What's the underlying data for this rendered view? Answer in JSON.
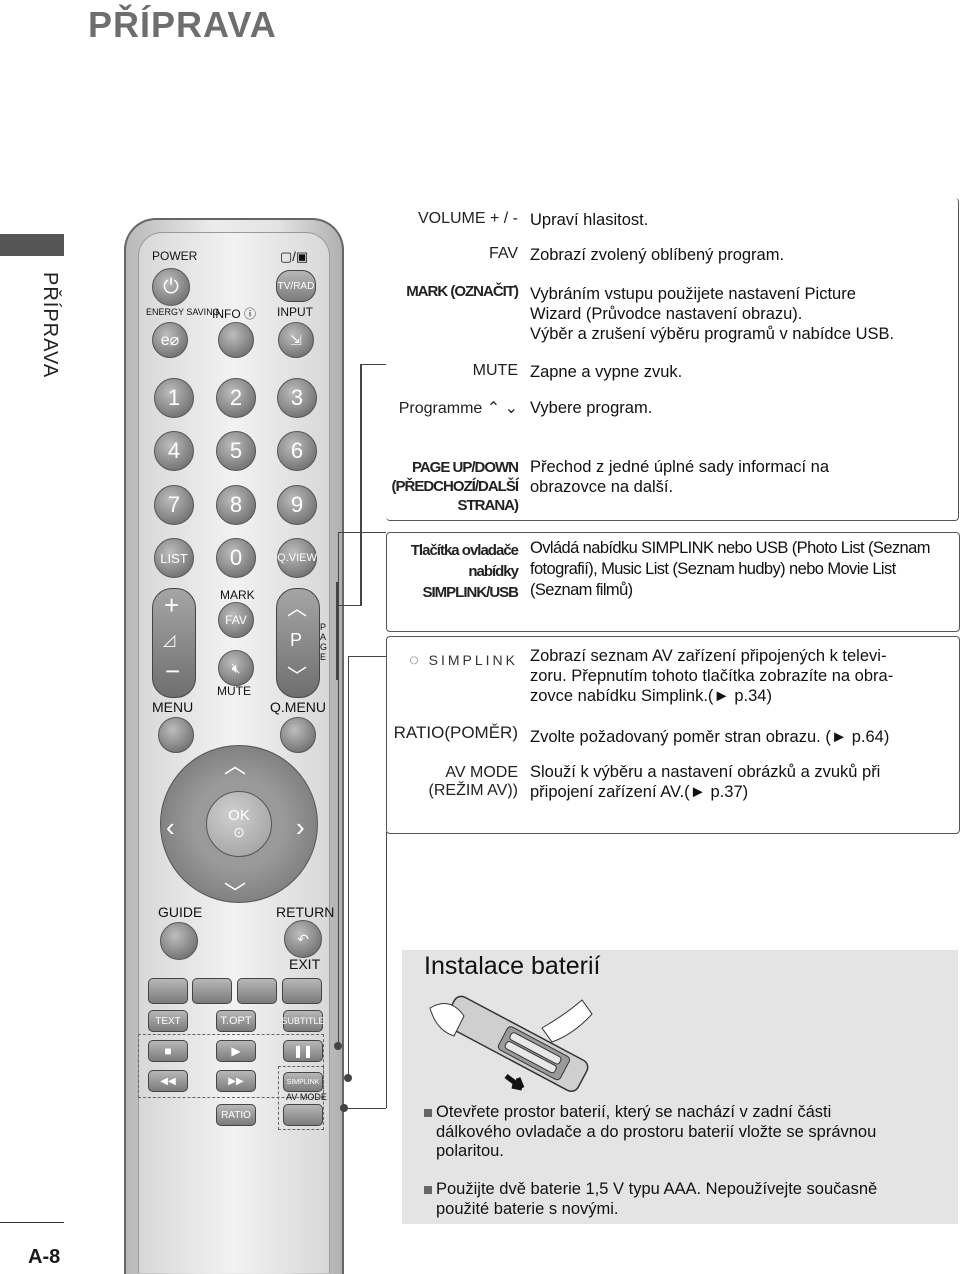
{
  "page": {
    "title": "PŘÍPRAVA",
    "side_label": "PŘÍPRAVA",
    "page_number": "A-8"
  },
  "remote": {
    "power": "POWER",
    "tv_rad_icon": "▢/▣",
    "tv_rad": "TV/RAD",
    "energy_saving": "ENERGY SAVING",
    "info": "INFO ⓘ",
    "input": "INPUT",
    "digits": [
      "1",
      "2",
      "3",
      "4",
      "5",
      "6",
      "7",
      "8",
      "9"
    ],
    "list": "LIST",
    "zero": "0",
    "qview": "Q.VIEW",
    "mark": "MARK",
    "fav": "FAV",
    "mute": "MUTE",
    "p": "P",
    "page_letters": [
      "P",
      "A",
      "G",
      "E"
    ],
    "menu": "MENU",
    "qmenu": "Q.MENU",
    "ok": "OK",
    "guide": "GUIDE",
    "return": "RETURN",
    "exit": "EXIT",
    "text": "TEXT",
    "topt": "T.OPT",
    "subtitle": "SUBTITLE",
    "simplink": "SIMPLINK",
    "av_mode": "AV MODE",
    "ratio": "RATIO"
  },
  "callouts": [
    {
      "label": "VOLUME + / -",
      "desc": "Upraví hlasitost."
    },
    {
      "label": "FAV",
      "desc": "Zobrazí zvolený oblíbený program."
    },
    {
      "label": "MARK (OZNAČIT)",
      "desc_lines": [
        "Vybráním vstupu použijete nastavení Picture",
        "Wizard (Průvodce nastavení obrazu).",
        "Výběr a zrušení výběru programů v nabídce USB."
      ]
    },
    {
      "label": "MUTE",
      "desc": "Zapne a vypne zvuk."
    },
    {
      "label": "Programme ⌃ ⌄",
      "desc": "Vybere program."
    },
    {
      "label_lines": [
        "PAGE UP/DOWN",
        "(PŘEDCHOZÍ/DALŠÍ",
        "STRANA)"
      ],
      "desc_lines": [
        "Přechod z jedné úplné sady informací na",
        "obrazovce na další."
      ]
    },
    {
      "label_lines": [
        "Tlačítka ovladače",
        "nabídky",
        "SIMPLINK/USB"
      ],
      "desc_lines": [
        "Ovládá nabídku SIMPLINK nebo USB (Photo List (Seznam",
        "fotografií), Music List (Seznam hudby) nebo Movie List",
        "(Seznam filmů)"
      ]
    },
    {
      "label": "SIMPLINK",
      "desc_lines": [
        "Zobrazí seznam AV zařízení připojených k televi-",
        "zoru. Přepnutím tohoto tlačítka zobrazíte na obra-",
        "zovce nabídku Simplink.(► p.34)"
      ]
    },
    {
      "label": "RATIO(POMĚR)",
      "desc": "Zvolte požadovaný poměr stran obrazu. (► p.64)"
    },
    {
      "label_lines": [
        "AV MODE",
        "(REŽIM AV))"
      ],
      "desc_lines": [
        "Slouží k výběru a nastavení obrázků a zvuků při",
        "připojení zařízení AV.(► p.37)"
      ]
    }
  ],
  "battery": {
    "title": "Instalace baterií",
    "para1": [
      "Otevřete prostor baterií, který se nachází v zadní části",
      "dálkového ovladače a do prostoru baterií vložte se správnou",
      "polaritou."
    ],
    "para2": [
      "Použijte dvě baterie 1,5 V typu AAA. Nepoužívejte současně",
      "použité baterie s novými."
    ]
  }
}
